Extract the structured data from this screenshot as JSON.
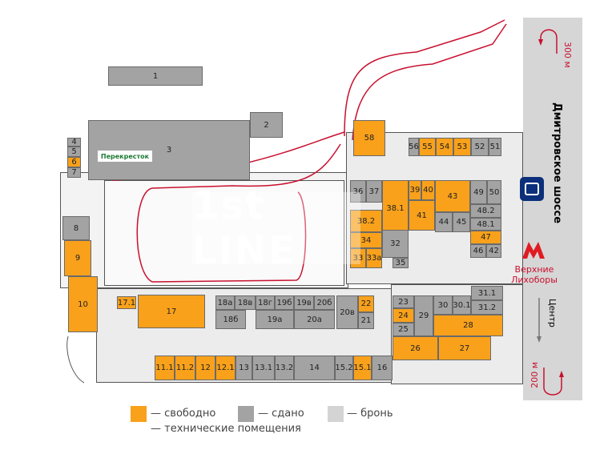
{
  "colors": {
    "free": "#f9a11b",
    "rented": "#a3a3a3",
    "reserved": "#d4d4d4",
    "route": "#c8102e",
    "bus": "#0b2f7a"
  },
  "units": [
    {
      "label": "1",
      "status": "rented"
    },
    {
      "label": "2",
      "status": "rented"
    },
    {
      "label": "3",
      "status": "rented"
    },
    {
      "label": "4",
      "status": "rented"
    },
    {
      "label": "5",
      "status": "rented"
    },
    {
      "label": "6",
      "status": "free"
    },
    {
      "label": "7",
      "status": "rented"
    },
    {
      "label": "8",
      "status": "rented"
    },
    {
      "label": "9",
      "status": "free"
    },
    {
      "label": "10",
      "status": "free"
    },
    {
      "label": "17.1",
      "status": "free"
    },
    {
      "label": "17",
      "status": "free"
    },
    {
      "label": "18а",
      "status": "rented"
    },
    {
      "label": "18б",
      "status": "rented"
    },
    {
      "label": "18в",
      "status": "rented"
    },
    {
      "label": "18г",
      "status": "rented"
    },
    {
      "label": "19а",
      "status": "rented"
    },
    {
      "label": "19б",
      "status": "rented"
    },
    {
      "label": "19в",
      "status": "rented"
    },
    {
      "label": "20а",
      "status": "rented"
    },
    {
      "label": "20б",
      "status": "rented"
    },
    {
      "label": "20в",
      "status": "rented"
    },
    {
      "label": "21",
      "status": "rented"
    },
    {
      "label": "22",
      "status": "free"
    },
    {
      "label": "11.1",
      "status": "free"
    },
    {
      "label": "11.2",
      "status": "free"
    },
    {
      "label": "12",
      "status": "free"
    },
    {
      "label": "12.1",
      "status": "free"
    },
    {
      "label": "13",
      "status": "rented"
    },
    {
      "label": "13.1",
      "status": "rented"
    },
    {
      "label": "13.2",
      "status": "rented"
    },
    {
      "label": "14",
      "status": "rented"
    },
    {
      "label": "15.2",
      "status": "rented"
    },
    {
      "label": "15.1",
      "status": "free"
    },
    {
      "label": "16",
      "status": "rented"
    },
    {
      "label": "23",
      "status": "rented"
    },
    {
      "label": "24",
      "status": "free"
    },
    {
      "label": "25",
      "status": "rented"
    },
    {
      "label": "29",
      "status": "rented"
    },
    {
      "label": "30",
      "status": "rented"
    },
    {
      "label": "30.1",
      "status": "rented"
    },
    {
      "label": "31.1",
      "status": "rented"
    },
    {
      "label": "31.2",
      "status": "rented"
    },
    {
      "label": "28",
      "status": "free"
    },
    {
      "label": "26",
      "status": "free"
    },
    {
      "label": "27",
      "status": "free"
    },
    {
      "label": "58",
      "status": "free"
    },
    {
      "label": "56",
      "status": "rented"
    },
    {
      "label": "55",
      "status": "free"
    },
    {
      "label": "54",
      "status": "free"
    },
    {
      "label": "53",
      "status": "free"
    },
    {
      "label": "52",
      "status": "rented"
    },
    {
      "label": "51",
      "status": "rented"
    },
    {
      "label": "36",
      "status": "rented"
    },
    {
      "label": "37",
      "status": "rented"
    },
    {
      "label": "38.1",
      "status": "free"
    },
    {
      "label": "39",
      "status": "free"
    },
    {
      "label": "40",
      "status": "free"
    },
    {
      "label": "41",
      "status": "free"
    },
    {
      "label": "43",
      "status": "free"
    },
    {
      "label": "44",
      "status": "rented"
    },
    {
      "label": "45",
      "status": "rented"
    },
    {
      "label": "49",
      "status": "rented"
    },
    {
      "label": "50",
      "status": "rented"
    },
    {
      "label": "48.2",
      "status": "rented"
    },
    {
      "label": "48.1",
      "status": "rented"
    },
    {
      "label": "47",
      "status": "free"
    },
    {
      "label": "46",
      "status": "rented"
    },
    {
      "label": "42",
      "status": "rented"
    },
    {
      "label": "38.2",
      "status": "free"
    },
    {
      "label": "34",
      "status": "free"
    },
    {
      "label": "33",
      "status": "free"
    },
    {
      "label": "33а",
      "status": "free"
    },
    {
      "label": "32",
      "status": "rented"
    },
    {
      "label": "35",
      "status": "rented"
    }
  ],
  "store_logo": "Перекресток",
  "watermark": "1st LINE",
  "road": {
    "name": "Дмитровское шоссе",
    "uturn_top": "300 м",
    "uturn_bottom": "200 м",
    "direction": "Центр",
    "metro_station": "Верхние Лихоборы",
    "bus_icon": "bus-stop-icon",
    "metro_icon": "metro-icon"
  },
  "legend": {
    "free": "— свободно",
    "rented": "— сдано",
    "reserved": "— бронь",
    "technical": "— технические помещения"
  }
}
